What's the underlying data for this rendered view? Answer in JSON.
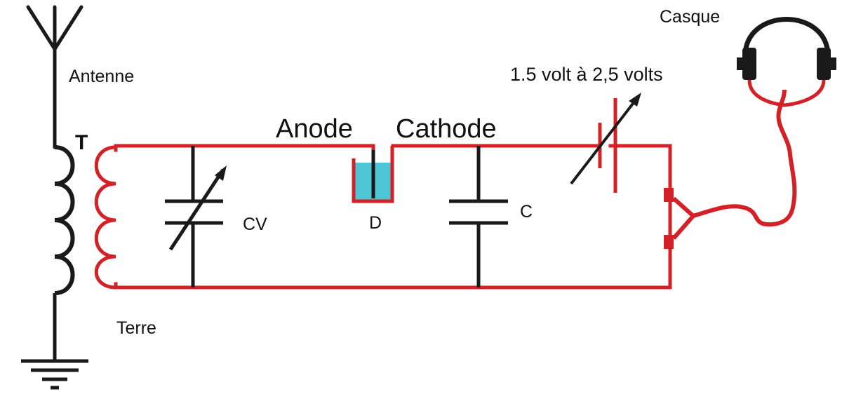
{
  "labels": {
    "antenna": "Antenne",
    "transformer": "T",
    "ground": "Terre",
    "variable_capacitor": "CV",
    "diode": "D",
    "capacitor": "C",
    "anode": "Anode",
    "cathode": "Cathode",
    "battery": "1.5 volt à 2,5 volts",
    "headphones": "Casque"
  },
  "colors": {
    "wire": "#d42027",
    "black_wire": "#1a1a1a",
    "electrolyte": "#4fc6d6"
  },
  "icons": [
    "antenna-icon",
    "coil-icon",
    "ground-icon",
    "variable-capacitor-icon",
    "diode-cell-icon",
    "capacitor-icon",
    "variable-battery-icon",
    "headphones-icon"
  ]
}
